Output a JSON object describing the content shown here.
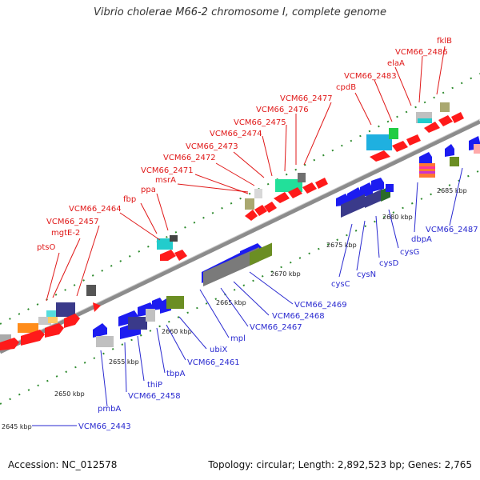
{
  "title": "Vibrio cholerae M66-2 chromosome I, complete genome",
  "footer": {
    "accession": "Accession: NC_012578",
    "summary": "Topology: circular; Length: 2,892,523 bp; Genes: 2,765"
  },
  "colors": {
    "forward_label": "#e01818",
    "reverse_label": "#2a2ad0",
    "forward_gene": "#ff1a1a",
    "reverse_gene": "#1c1cf0",
    "backbone": "#8c8c8c",
    "tick": "#2e8b2e"
  },
  "kbp_ticks": [
    {
      "kbp": 2645,
      "label": "2645 kbp"
    },
    {
      "kbp": 2650,
      "label": "2650 kbp"
    },
    {
      "kbp": 2655,
      "label": "2655 kbp"
    },
    {
      "kbp": 2660,
      "label": "2660 kbp"
    },
    {
      "kbp": 2665,
      "label": "2665 kbp"
    },
    {
      "kbp": 2670,
      "label": "2670 kbp"
    },
    {
      "kbp": 2675,
      "label": "2675 kbp"
    },
    {
      "kbp": 2680,
      "label": "2680 kbp"
    },
    {
      "kbp": 2685,
      "label": "2685 kbp"
    }
  ],
  "forward_labels": [
    {
      "text": "ptsO"
    },
    {
      "text": "mgtE-2"
    },
    {
      "text": "VCM66_2457"
    },
    {
      "text": "VCM66_2464"
    },
    {
      "text": "fbp"
    },
    {
      "text": "ppa"
    },
    {
      "text": "VCM66_2471"
    },
    {
      "text": "msrA"
    },
    {
      "text": "VCM66_2472"
    },
    {
      "text": "VCM66_2473"
    },
    {
      "text": "VCM66_2474"
    },
    {
      "text": "VCM66_2475"
    },
    {
      "text": "VCM66_2476"
    },
    {
      "text": "VCM66_2477"
    },
    {
      "text": "cpdB"
    },
    {
      "text": "VCM66_2483"
    },
    {
      "text": "elaA"
    },
    {
      "text": "VCM66_2486"
    },
    {
      "text": "fklB"
    }
  ],
  "reverse_labels": [
    {
      "text": "VCM66_2443"
    },
    {
      "text": "pmbA"
    },
    {
      "text": "VCM66_2458"
    },
    {
      "text": "thiP"
    },
    {
      "text": "tbpA"
    },
    {
      "text": "VCM66_2461"
    },
    {
      "text": "ubiX"
    },
    {
      "text": "mpl"
    },
    {
      "text": "VCM66_2467"
    },
    {
      "text": "VCM66_2468"
    },
    {
      "text": "VCM66_2469"
    },
    {
      "text": "cysC"
    },
    {
      "text": "cysN"
    },
    {
      "text": "cysD"
    },
    {
      "text": "cysG"
    },
    {
      "text": "dbpA"
    },
    {
      "text": "VCM66_2487"
    }
  ]
}
